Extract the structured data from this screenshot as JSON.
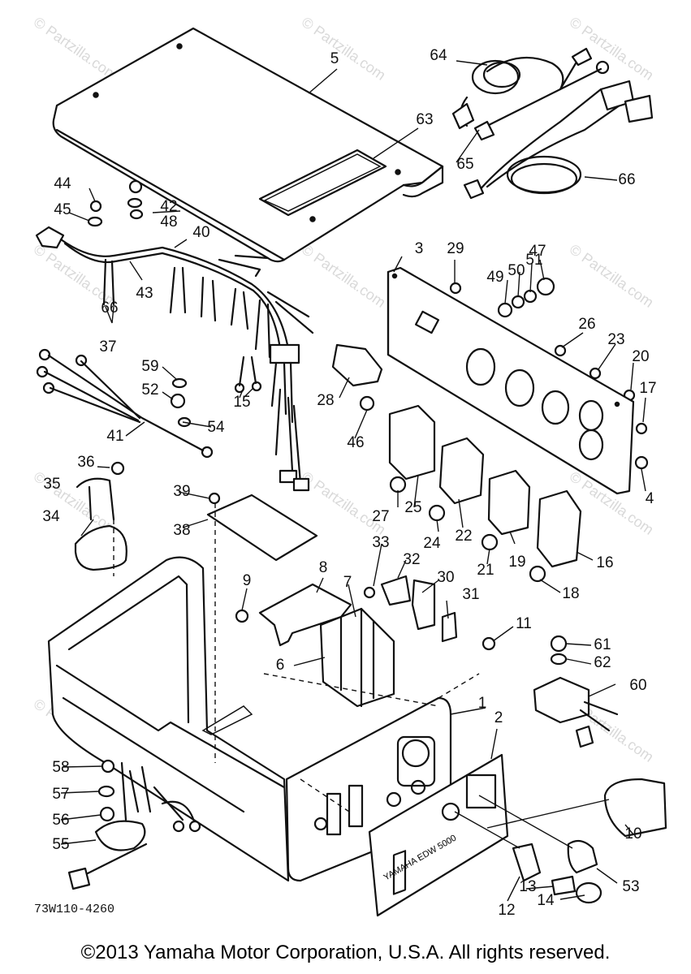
{
  "diagram_code": "73W110-4260",
  "copyright": "©2013 Yamaha Motor Corporation, U.S.A. All rights reserved.",
  "watermark": "© Partzilla.com",
  "panel_label": "YAMAHA EDW 5000",
  "callouts": [
    "1",
    "2",
    "3",
    "4",
    "5",
    "6",
    "7",
    "8",
    "9",
    "10",
    "11",
    "12",
    "13",
    "14",
    "15",
    "16",
    "17",
    "18",
    "19",
    "20",
    "21",
    "22",
    "23",
    "24",
    "25",
    "26",
    "27",
    "28",
    "29",
    "30",
    "31",
    "32",
    "33",
    "34",
    "35",
    "36",
    "37",
    "38",
    "39",
    "40",
    "41",
    "42",
    "43",
    "44",
    "45",
    "46",
    "47",
    "48",
    "49",
    "50",
    "51",
    "52",
    "53",
    "54",
    "55",
    "56",
    "57",
    "58",
    "59",
    "60",
    "61",
    "62",
    "63",
    "64",
    "65",
    "66",
    "66"
  ]
}
